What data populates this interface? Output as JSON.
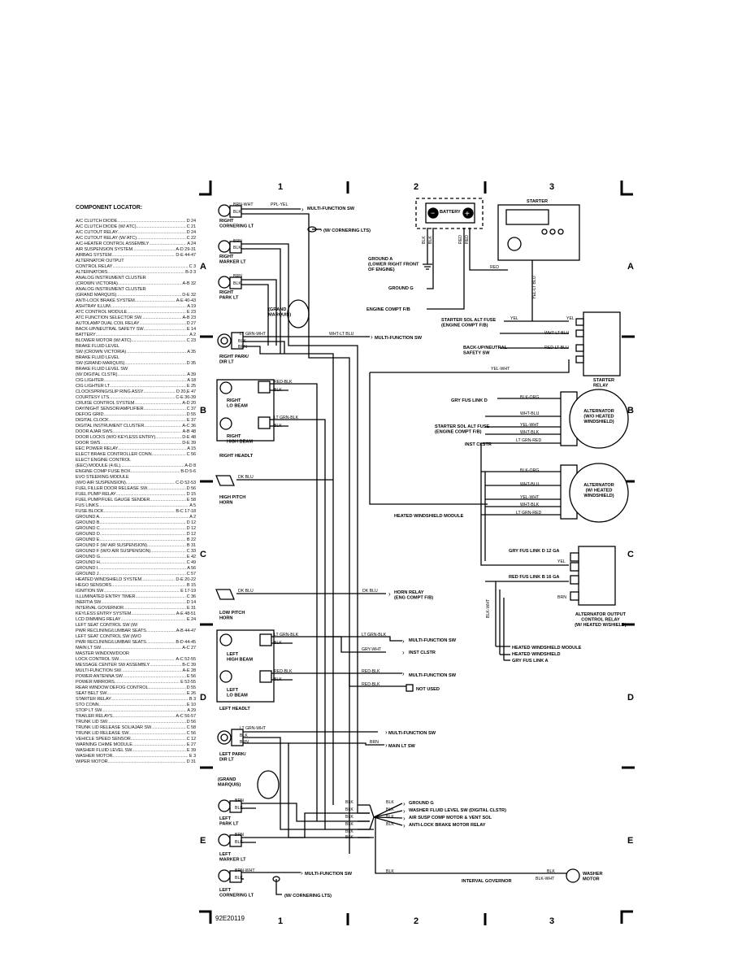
{
  "grid": {
    "columns": [
      "1",
      "2",
      "3"
    ],
    "rows": [
      "A",
      "B",
      "C",
      "D",
      "E"
    ],
    "drawing_number": "92E20119"
  },
  "locator": {
    "title": "COMPONENT LOCATOR:",
    "items": [
      [
        "A/C CLUTCH DIODE",
        "D 24"
      ],
      [
        "A/C CLUTCH DIODE (W/ ATC)",
        "C 21"
      ],
      [
        "A/C CUTOUT RELAY",
        "D 24"
      ],
      [
        "A/C CUTOUT RELAY (W/ ATC)",
        "C 22"
      ],
      [
        "A/C-HEATER CONTROL ASSEMBLY",
        "A 24"
      ],
      [
        "AIR SUSPENSION SYSTEM",
        "A-D 29-31"
      ],
      [
        "AIRBAG SYSTEM",
        "D-E 44-47"
      ],
      [
        "ALTERNATOR OUTPUT",
        ""
      ],
      [
        "  CONTROL RELAY",
        "C 3"
      ],
      [
        "ALTERNATORS",
        "B-3 3"
      ],
      [
        "ANALOG INSTRUMENT CLUSTER",
        ""
      ],
      [
        "  (CROWN VICTORIA)",
        "A-B 32"
      ],
      [
        "ANALOG INSTRUMENT CLUSTER",
        ""
      ],
      [
        "  (GRAND MARQUIS)",
        "D-E 32"
      ],
      [
        "ANTI-LOCK BRAKE SYSTEM",
        "A-E 40-43"
      ],
      [
        "ASHTRAY ILLUM",
        "A 19"
      ],
      [
        "ATC CONTROL MODULE",
        "E 23"
      ],
      [
        "ATC FUNCTION SELECTOR SW",
        "A-B 23"
      ],
      [
        "AUTOLAMP DUAL COIL RELAY",
        "D 27"
      ],
      [
        "BACK-UP/NEUTRAL SAFETY SW",
        "E 14"
      ],
      [
        "BATTERY",
        "A 2"
      ],
      [
        "BLOWER MOTOR (W/ ATC)",
        "C 23"
      ],
      [
        "BRAKE FLUID LEVEL",
        ""
      ],
      [
        "  SW (CROWN VICTORIA)",
        "A 35"
      ],
      [
        "BRAKE FLUID LEVEL",
        ""
      ],
      [
        "  SW (GRAND MARQUIS)",
        "D 35"
      ],
      [
        "BRAKE FLUID LEVEL SW",
        ""
      ],
      [
        "  (W/ DIGITAL CLSTR)",
        "A 39"
      ],
      [
        "CIG LIGHTER",
        "A 18"
      ],
      [
        "CIG LIGHTER LT",
        "E 25"
      ],
      [
        "CLOCKSPRING/SLIP RING ASSY",
        "D 20,E 47"
      ],
      [
        "COURTESY LTS",
        "C-E 36-39"
      ],
      [
        "CRUISE CONTROL SYSTEM",
        "A-D 20"
      ],
      [
        "DAY/NIGHT SENSOR/AMPLIFIER",
        "C 37"
      ],
      [
        "DEFOG GRID",
        "D 55"
      ],
      [
        "DIGITAL CLOCK",
        "E 37"
      ],
      [
        "DIGITAL INSTRUMENT CLUSTER",
        "A-C 36"
      ],
      [
        "DOOR AJAR SWS",
        "A-B 48"
      ],
      [
        "DOOR LOCKS (W/O KEYLESS ENTRY)",
        "D-E 48"
      ],
      [
        "DOOR SWS",
        "D-E 39"
      ],
      [
        "EEC POWER RELAY",
        "A 15"
      ],
      [
        "ELECT BRAKE CONTROLLER CONN",
        "C 56"
      ],
      [
        "ELECT ENGINE CONTROL",
        ""
      ],
      [
        "  (EEC) MODULE (4.6L)",
        "A-D 8"
      ],
      [
        "ENGINE COMP FUSE BOX",
        "B-D 5-6"
      ],
      [
        "EVO STEERING MODULE",
        ""
      ],
      [
        "  (W/O AIR SUSPENSION)",
        "C-D 52-53"
      ],
      [
        "FUEL FILLER DOOR RELEASE SW",
        "D 56"
      ],
      [
        "FUEL PUMP RELAY",
        "D 15"
      ],
      [
        "FUEL PUMP/FUEL GAUGE SENDER",
        "E 58"
      ],
      [
        "FUS LINKS",
        "A 5"
      ],
      [
        "FUSE BLOCK",
        "B-C 17-18"
      ],
      [
        "GROUND A",
        "A 2"
      ],
      [
        "GROUND B",
        "D 12"
      ],
      [
        "GROUND C",
        "D 12"
      ],
      [
        "GROUND D",
        "D 12"
      ],
      [
        "GROUND E",
        "B 22"
      ],
      [
        "GROUND F (W/ AIR SUSPENSION)",
        "B 31"
      ],
      [
        "GROUND F (W/O AIR SUSPENSION)",
        "C 33"
      ],
      [
        "GROUND G",
        "E 42"
      ],
      [
        "GROUND H",
        "C 49"
      ],
      [
        "GROUND I",
        "A 56"
      ],
      [
        "GROUND J",
        "C 57"
      ],
      [
        "HEATED WINDSHIELD SYSTEM",
        "D-E 20-22"
      ],
      [
        "HEGO SENSORS",
        "B 15"
      ],
      [
        "IGNITION SW",
        "E 17-19"
      ],
      [
        "ILLUMINATED ENTRY TIMER",
        "C 36"
      ],
      [
        "INERTIA SW",
        "D 14"
      ],
      [
        "INTERVAL GOVERNOR",
        "E 31"
      ],
      [
        "KEYLESS ENTRY SYSTEM",
        "A-E 48-51"
      ],
      [
        "LCD DIMMING RELAY",
        "E 24"
      ],
      [
        "LEFT SEAT CONTROL SW (W/",
        ""
      ],
      [
        "  PWR RECLINING/LUMBAR SEATS",
        "A-B 44-47"
      ],
      [
        "LEFT SEAT CONTROL SW (W/O",
        ""
      ],
      [
        "  PWR RECLINING/LUMBAR SEATS",
        "B-D 44-45"
      ],
      [
        "MAIN LT SW",
        "A-C 27"
      ],
      [
        "MASTER WINDOW/DOOR",
        ""
      ],
      [
        "  LOCK CONTROL SW",
        "A-C 52-55"
      ],
      [
        "MESSAGE CENTER SW ASSEMBLY",
        "B-C 39"
      ],
      [
        "MULTI-FUNCTION SW",
        "A-E 28"
      ],
      [
        "POWER ANTENNA SW",
        "E 56"
      ],
      [
        "POWER MIRRORS",
        "E 52-55"
      ],
      [
        "REAR WINDOW DEFOG CONTROL",
        "D 55"
      ],
      [
        "SEAT BELT SW",
        "E 26"
      ],
      [
        "STARTER RELAY",
        "B 3"
      ],
      [
        "STO CONN",
        "E 10"
      ],
      [
        "STOP LT SW",
        "A 29"
      ],
      [
        "TRAILER RELAYS",
        "A-C 56-57"
      ],
      [
        "TRUNK LID SW",
        "D 56"
      ],
      [
        "TRUNK LID RELEASE SOL/AJAR SW",
        "C 58"
      ],
      [
        "TRUNK LID RELEASE SW",
        "C 56"
      ],
      [
        "VEHICLE SPEED SENSOR",
        "C 12"
      ],
      [
        "WARNING CHIME MODULE",
        "E 27"
      ],
      [
        "WASHER FLUID LEVEL SW",
        "E 39"
      ],
      [
        "WASHER MOTOR",
        "E 3"
      ],
      [
        "WIPER MOTOR",
        "D 31"
      ]
    ]
  },
  "labels": {
    "right_cornering": "RIGHT\nCORNERING LT",
    "right_marker": "RIGHT\nMARKER LT",
    "right_park": "RIGHT\nPARK LT",
    "grand_marquis": "(GRAND\nMARQUIS)",
    "right_park_dir": "RIGHT PARK/\nDIR LT",
    "right_lo_beam": "RIGHT\nLO BEAM",
    "right_high_beam": "RIGHT\nHIGH BEAM",
    "right_headlt": "RIGHT HEADLT",
    "high_pitch_horn": "HIGH PITCH\nHORN",
    "low_pitch_horn": "LOW PITCH\nHORN",
    "left_high_beam": "LEFT\nHIGH BEAM",
    "left_lo_beam": "LEFT\nLO BEAM",
    "left_headlt": "LEFT HEADLT",
    "left_park_dir": "LEFT PARK/\nDIR LT",
    "left_park": "LEFT\nPARK LT",
    "left_marker": "LEFT\nMARKER LT",
    "left_cornering": "LEFT\nCORNERING LT",
    "battery": "BATTERY",
    "ground_a": "GROUND A\n(LOWER RIGHT FRONT\nOF ENGINE)",
    "ground_g": "GROUND G",
    "engine_comp_fb": "ENGINE COMPT F/B",
    "starter": "STARTER",
    "starter_sol_fuse": "STARTER SOL ALT FUSE\n(ENGINE COMPT F/B)",
    "backup_neutral": "BACK-UP/NEUTRAL\nSAFETY SW",
    "starter_relay": "STARTER\nRELAY",
    "gry_fus_link_d": "GRY FUS LINK D",
    "starter_sol_fuse2": "STARTER SOL ALT FUSE\n(ENGINE COMPT F/B)",
    "inst_clstr": "INST CLSTR",
    "alt_wo": "ALTERNATOR\n(W/O HEATED\nWINDSHIELD)",
    "alt_w": "ALTERNATOR\n(W/ HEATED\nWINDSHIELD)",
    "heated_ws_module": "HEATED WINDSHIELD MODULE",
    "gry_fus_link_d12": "GRY FUS LINK D 12 GA",
    "red_fus_link_b": "RED FUS LINK B 16 GA",
    "alt_output_relay": "ALTERNATOR OUTPUT\nCONTROL RELAY\n(W/ HEATED W/SHIELD)",
    "heated_ws_module2": "HEATED WINDSHIELD MODULE",
    "heated_ws": "HEATED WINDSHIELD",
    "gry_fus_link_a": "GRY FUS LINK A",
    "multi_fn_sw": "MULTI-FUNCTION SW",
    "w_cornering": "(W/ CORNERING LTS)",
    "horn_relay": "HORN RELAY\n(ENG COMPT F/B)",
    "not_used": "NOT USED",
    "main_lt_sw": "MAIN LT SW",
    "ground_g2": "GROUND G",
    "washer_fluid": "WASHER FLUID LEVEL SW (DIGITAL CLSTR)",
    "air_susp": "AIR SUSP COMP MOTOR & VENT SOL",
    "abs_relay": "ANTI-LOCK BRAKE MOTOR RELAY",
    "interval_gov": "INTERVAL GOVERNOR",
    "washer_motor": "WASHER\nMOTOR"
  },
  "wires": {
    "brn_wht": "BRN-WHT",
    "blk": "BLK",
    "ppl_yel": "PPL-YEL",
    "brn": "BRN",
    "lt_grn_wht": "LT GRN-WHT",
    "wht_lt_blu": "WHT-LT BLU",
    "red_blk": "RED-BLK",
    "lt_grn_blk": "LT GRN-BLK",
    "dk_blu": "DK BLU",
    "gry_wht": "GRY-WHT",
    "red": "RED",
    "yel_lt_blu": "YEL-LT BLU",
    "yel": "YEL",
    "red_lt_blu": "RED-LT BLU",
    "yel_wht": "YEL-WHT",
    "blk_org": "BLK-ORG",
    "wht_blk": "WHT-BLK",
    "lt_grn_red": "LT GRN-RED",
    "wht_blu": "WHT-BLU",
    "blk_wht": "BLK-WHT"
  }
}
